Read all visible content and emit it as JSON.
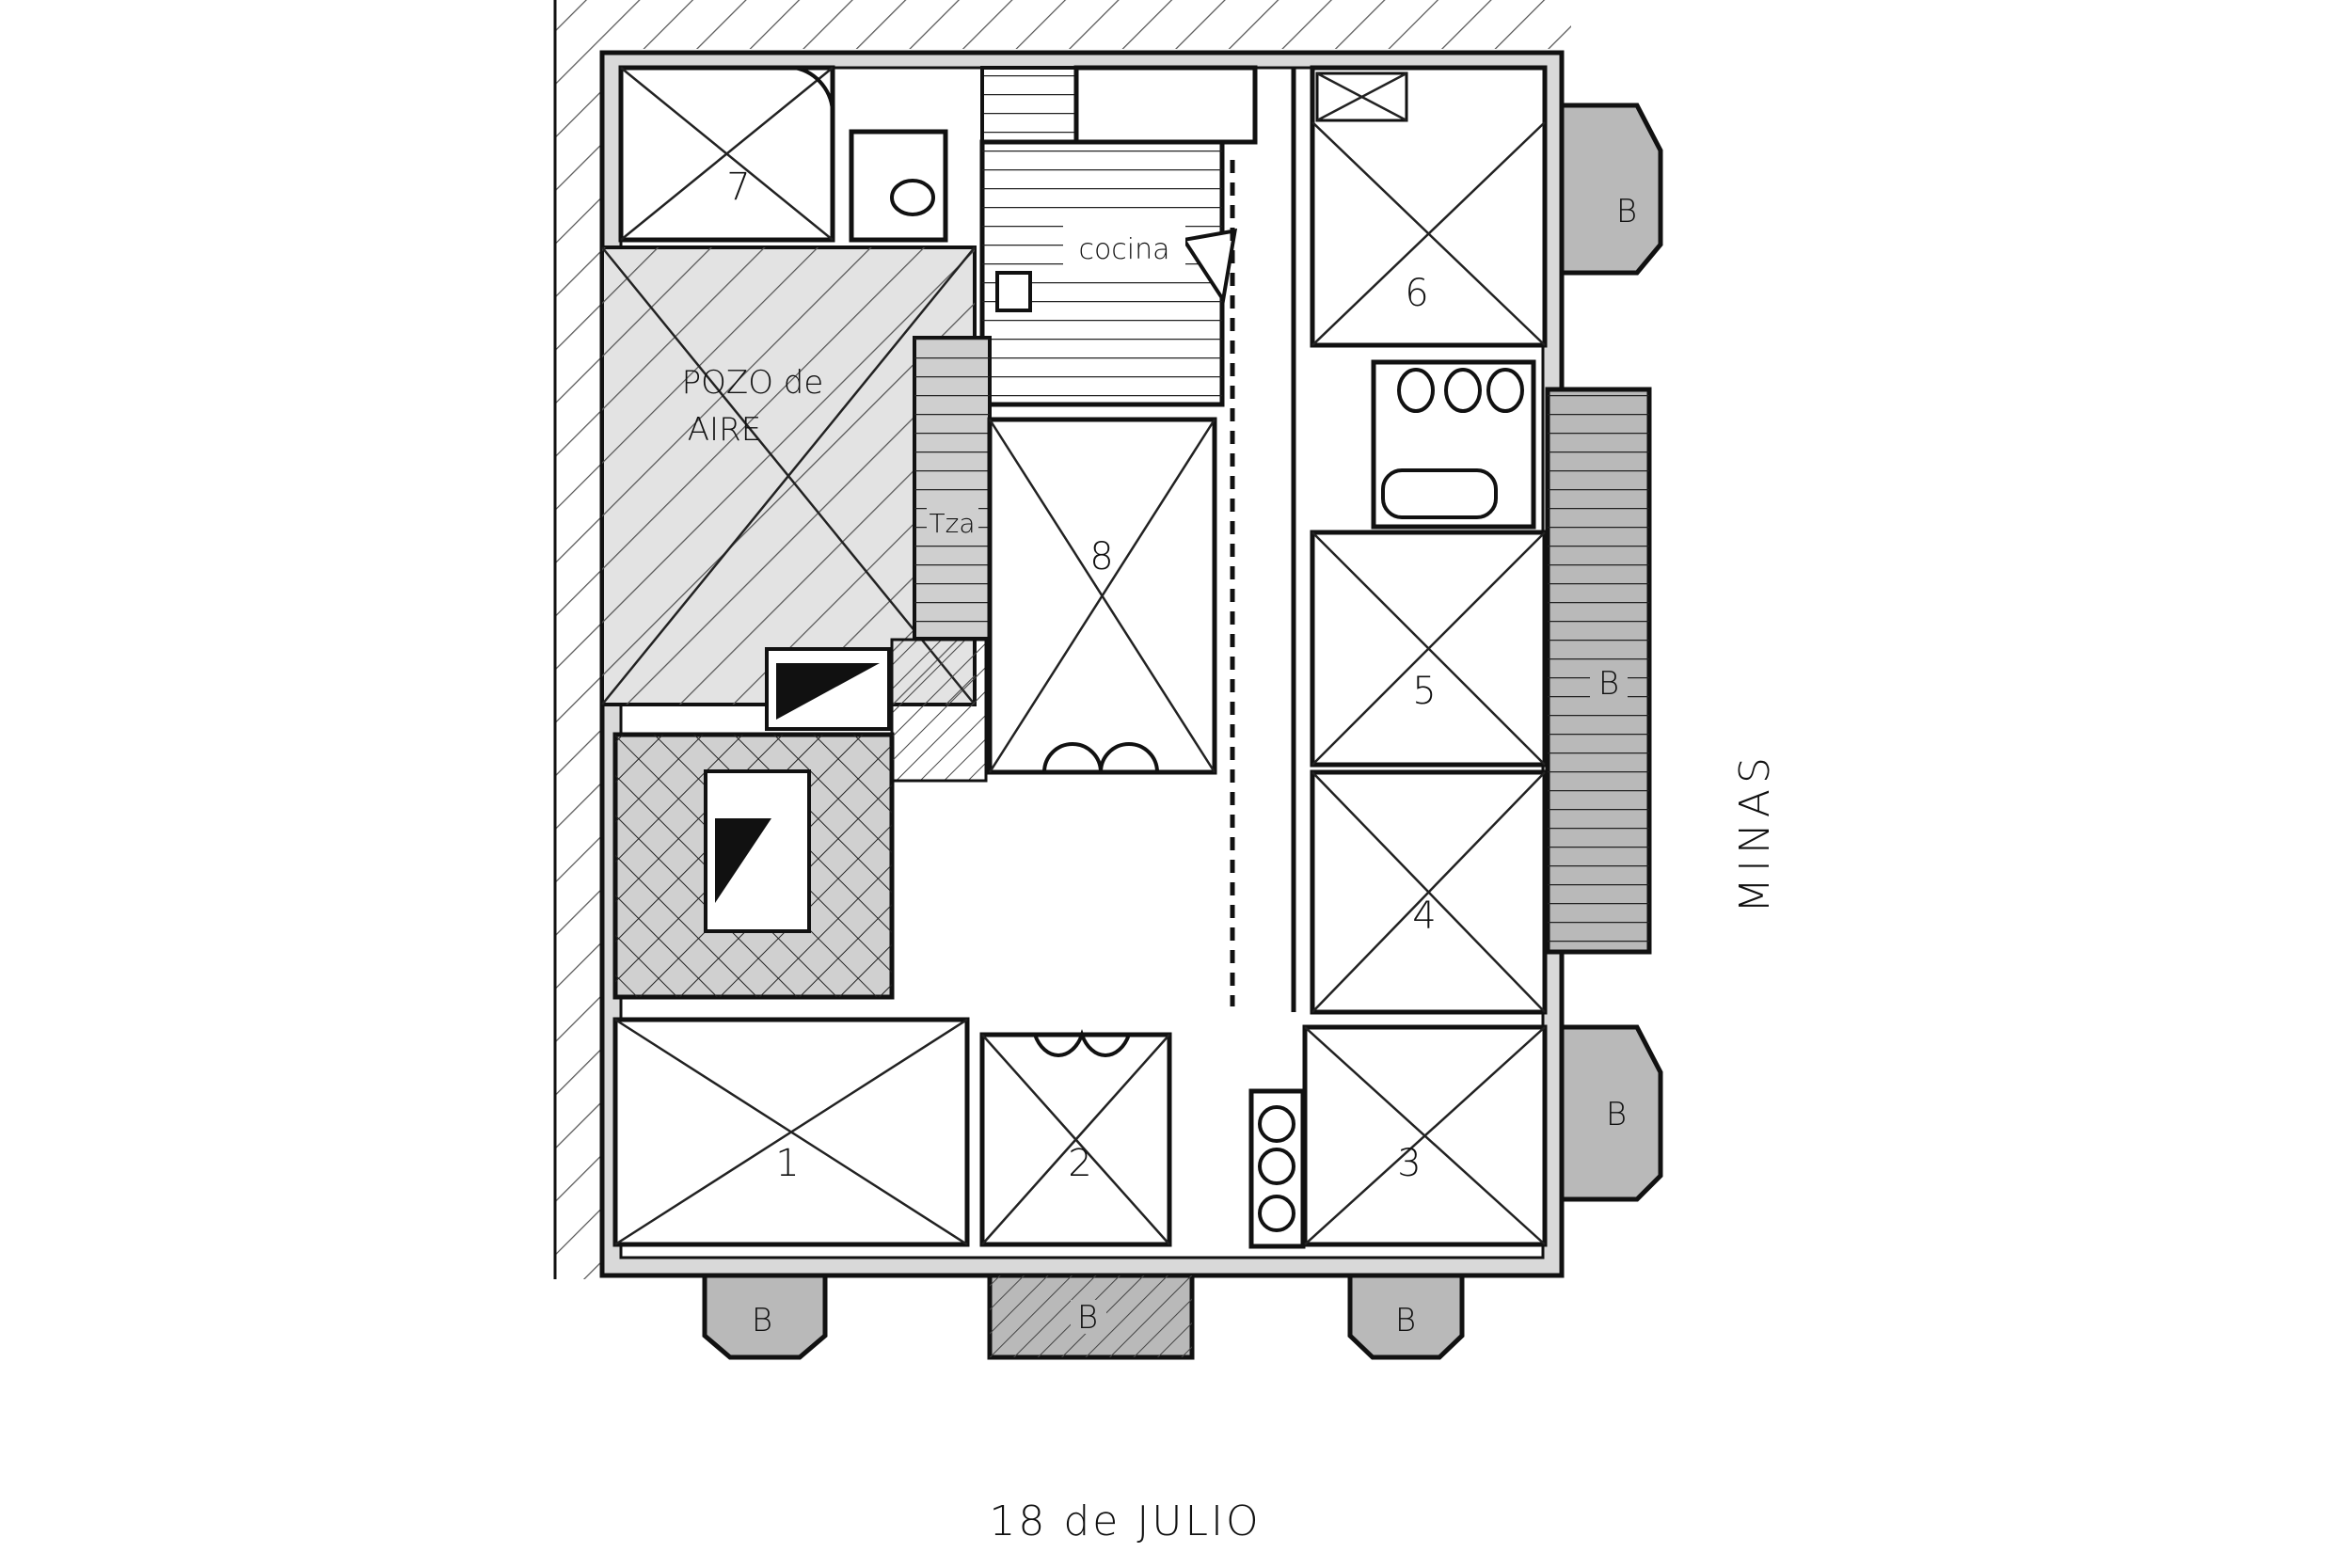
{
  "plan": {
    "streets": {
      "right": "MINAS",
      "bottom": "18 de JULIO"
    },
    "areas": {
      "air_shaft_line1": "POZO de",
      "air_shaft_line2": "AIRE",
      "kitchen": "cocina",
      "terrace": "Tza"
    },
    "rooms": {
      "r1": "1",
      "r2": "2",
      "r3": "3",
      "r4": "4",
      "r5": "5",
      "r6": "6",
      "r7": "7",
      "r8": "8"
    },
    "balcony_label": "B",
    "colors": {
      "ink": "#111111",
      "wall_fill": "#d9d9d9",
      "balcony_fill": "#b9b9b9"
    }
  }
}
